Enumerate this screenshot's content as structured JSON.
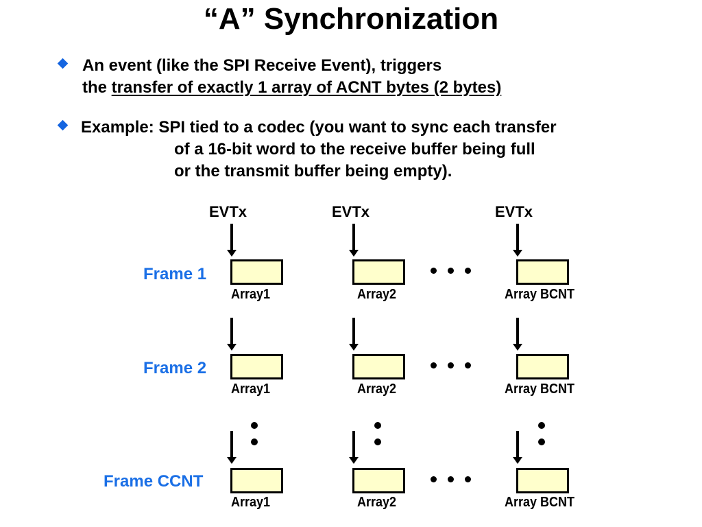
{
  "title": "“A” Synchronization",
  "bullets": [
    {
      "icon": "diamond-bullet-icon",
      "line1": "An event (like the SPI Receive Event), triggers",
      "line2_prefix": "the ",
      "line2_underlined": "transfer of exactly 1 array of ACNT bytes (2 bytes)"
    },
    {
      "icon": "diamond-bullet-icon",
      "line1": "Example: SPI tied to a codec (you want to sync each transfer",
      "line2": "of a 16-bit word to the receive buffer being full",
      "line3": "or the transmit buffer being empty)."
    }
  ],
  "diagram": {
    "event_labels": [
      "EVTx",
      "EVTx",
      "EVTx"
    ],
    "frames": [
      {
        "label": "Frame 1",
        "arrays": [
          "Array1",
          "Array2",
          "Array BCNT"
        ]
      },
      {
        "label": "Frame 2",
        "arrays": [
          "Array1",
          "Array2",
          "Array BCNT"
        ]
      },
      {
        "label": "Frame CCNT",
        "arrays": [
          "Array1",
          "Array2",
          "Array BCNT"
        ]
      }
    ],
    "colors": {
      "bullet": "#1565e0",
      "frame_label": "#1a6fe6",
      "array_box_fill": "#ffffcc",
      "stroke": "#000000"
    }
  }
}
